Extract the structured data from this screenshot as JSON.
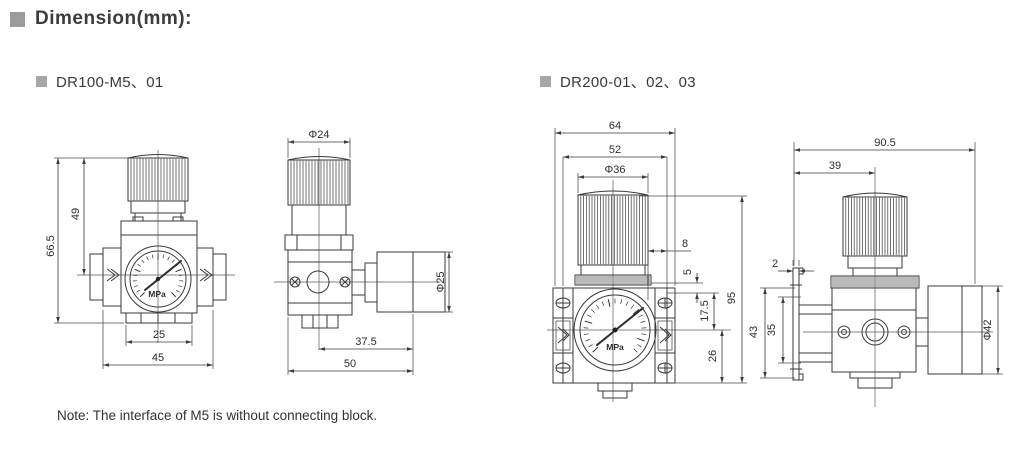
{
  "page": {
    "title": "Dimension(mm):",
    "note": "Note: The interface of M5 is without connecting block.",
    "accent_gray": "#9b9b9b",
    "line_color": "#3a3a3a"
  },
  "sections": {
    "dr100": {
      "label": "DR100-M5、01"
    },
    "dr200": {
      "label": "DR200-01、02、03"
    }
  },
  "views": {
    "dr100_front": {
      "name": "DR100 front view",
      "gauge_label": "MPa",
      "dims": {
        "overall_height": "66.5",
        "knob_height": "49",
        "port_width": "25",
        "body_width": "45"
      }
    },
    "dr100_side": {
      "name": "DR100 side view",
      "dims": {
        "knob_diameter": "Φ24",
        "gauge_diameter": "Φ25",
        "axis_to_gauge_face": "37.5",
        "overall_depth": "50"
      }
    },
    "dr200_front": {
      "name": "DR200 front view",
      "gauge_label": "MPa",
      "dims": {
        "overall_width": "64",
        "body_width": "52",
        "knob_diameter": "Φ36",
        "knob_to_edge": "8",
        "collar_height": "5",
        "top_to_center": "17.5",
        "overall_height": "95",
        "center_to_bottom": "26"
      }
    },
    "dr200_side": {
      "name": "DR200 side view",
      "dims": {
        "overall_depth": "90.5",
        "bracket_to_axis": "39",
        "bracket_thickness": "2",
        "bracket_height": "43",
        "bracket_hole_spacing": "35",
        "gauge_diameter": "Φ42"
      }
    }
  }
}
